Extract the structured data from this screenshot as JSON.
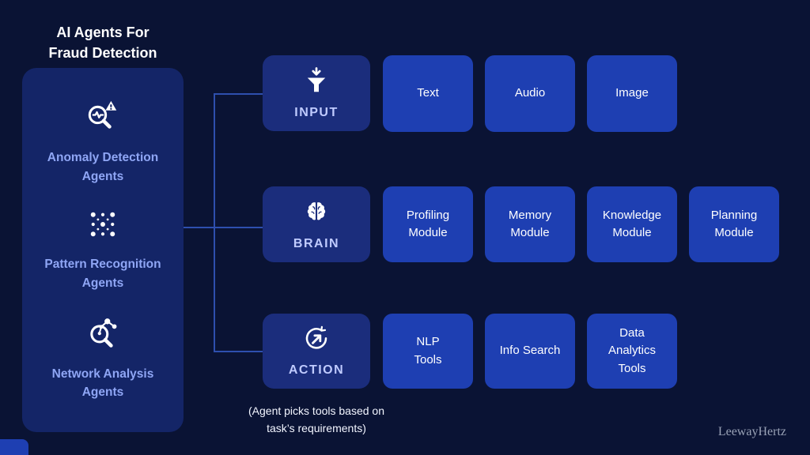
{
  "header": {
    "title": "AI Agents For\nFraud Detection"
  },
  "sidebar": {
    "items": [
      {
        "label": "Anomaly Detection\nAgents",
        "icon": "anomaly-detection-icon"
      },
      {
        "label": "Pattern Recognition\nAgents",
        "icon": "pattern-recognition-icon"
      },
      {
        "label": "Network Analysis\nAgents",
        "icon": "network-analysis-icon"
      }
    ]
  },
  "diagram": {
    "rows": [
      {
        "node": {
          "label": "INPUT",
          "icon": "funnel-input-icon"
        },
        "children": [
          {
            "label": "Text"
          },
          {
            "label": "Audio"
          },
          {
            "label": "Image"
          }
        ]
      },
      {
        "node": {
          "label": "BRAIN",
          "icon": "brain-icon"
        },
        "children": [
          {
            "label": "Profiling\nModule"
          },
          {
            "label": "Memory\nModule"
          },
          {
            "label": "Knowledge\nModule"
          },
          {
            "label": "Planning\nModule"
          }
        ]
      },
      {
        "node": {
          "label": "ACTION",
          "icon": "action-cursor-icon"
        },
        "children": [
          {
            "label": "NLP\nTools"
          },
          {
            "label": "Info Search"
          },
          {
            "label": "Data\nAnalytics\nTools"
          }
        ]
      }
    ],
    "caption": "(Agent picks tools based on\ntask’s requirements)"
  },
  "footer": {
    "watermark": "LeewayHertz"
  },
  "colors": {
    "background": "#0a1334",
    "panel": "#142567",
    "node_box": "#1b2d7c",
    "child_box": "#1e3fb2",
    "sidebar_text": "#8fa6f5",
    "node_label_text": "#c0cbff",
    "connector_line": "#2e4fae",
    "title_text": "#ffffff",
    "watermark_text": "#99a2b6"
  }
}
